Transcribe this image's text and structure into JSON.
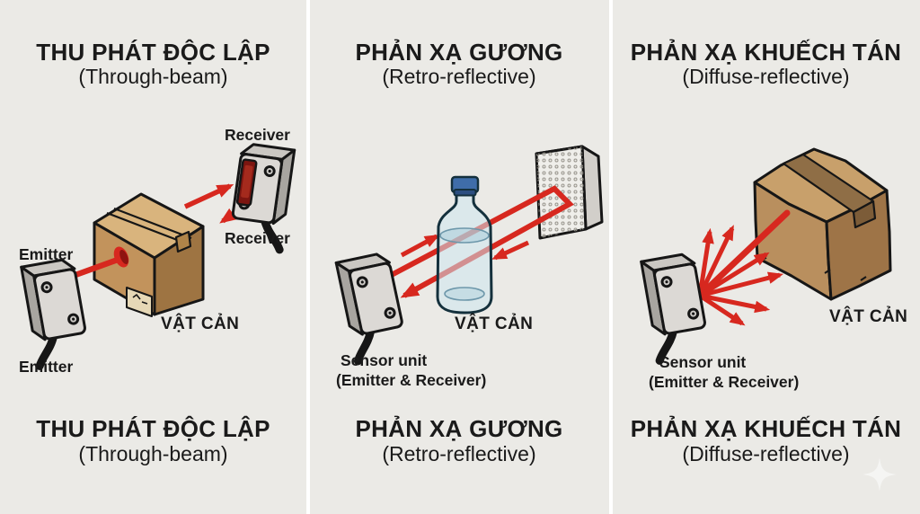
{
  "colors": {
    "background": "#ebeae6",
    "divider": "#ffffff",
    "text": "#1a1a1a",
    "beam_red": "#d7281f",
    "box_tan": "#c2935c",
    "sensor_gray": "#dcd9d5"
  },
  "panels": [
    {
      "id": "through-beam",
      "title": "THU PHÁT ĐỘC LẬP",
      "subtitle": "(Through-beam)",
      "labels": {
        "receiver_top": "Receiver",
        "receiver_bottom": "Receiver",
        "emitter_top": "Emitter",
        "emitter_bottom": "Emitter",
        "obstacle": "VẬT CẢN"
      }
    },
    {
      "id": "retro-reflective",
      "title": "PHẢN XẠ GƯƠNG",
      "subtitle": "(Retro-reflective)",
      "labels": {
        "obstacle": "VẬT CẢN",
        "sensor": "Sensor unit",
        "sensor_detail": "(Emitter & Receiver)"
      }
    },
    {
      "id": "diffuse-reflective",
      "title": "PHẢN XẠ KHUẾCH TÁN",
      "subtitle": "(Diffuse-reflective)",
      "labels": {
        "obstacle": "VẬT CẢN",
        "sensor": "Sensor unit",
        "sensor_detail": "(Emitter & Receiver)"
      }
    }
  ]
}
